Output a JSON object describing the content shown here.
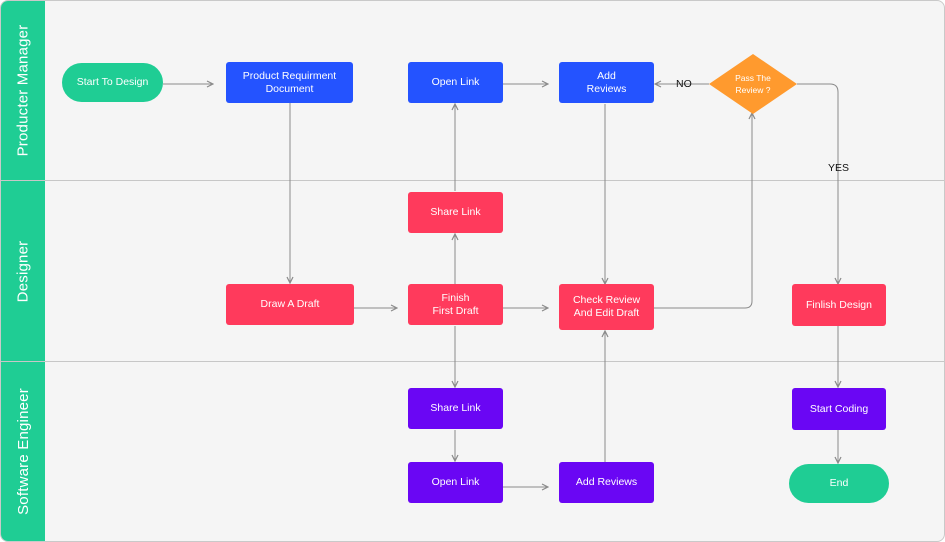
{
  "lanes": {
    "product_manager": "Producter Manager",
    "designer": "Designer",
    "software_engineer": "Software Engineer"
  },
  "nodes": {
    "start": "Start To Design",
    "prd": "Product Requirment\nDocument",
    "pm_open_link": "Open Link",
    "pm_add_reviews": "Add\nReviews",
    "pass_review": "Pass The\nReview ?",
    "share_link_designer": "Share Link",
    "draw_draft": "Draw A Draft",
    "finish_first_draft": "Finish\nFirst Draft",
    "check_review": "Check Review\nAnd Edit Draft",
    "finish_design": "Finlish Design",
    "se_share_link": "Share Link",
    "se_open_link": "Open Link",
    "se_add_reviews": "Add Reviews",
    "start_coding": "Start Coding",
    "end": "End"
  },
  "edge_labels": {
    "no": "NO",
    "yes": "YES"
  },
  "colors": {
    "lane_header": "#1fcd94",
    "terminal": "#1fcd94",
    "product_manager_step": "#2453ff",
    "designer_step": "#ff3a5c",
    "engineer_step": "#6a06f4",
    "decision": "#ff9a2e",
    "connector": "#8a8a8a"
  }
}
